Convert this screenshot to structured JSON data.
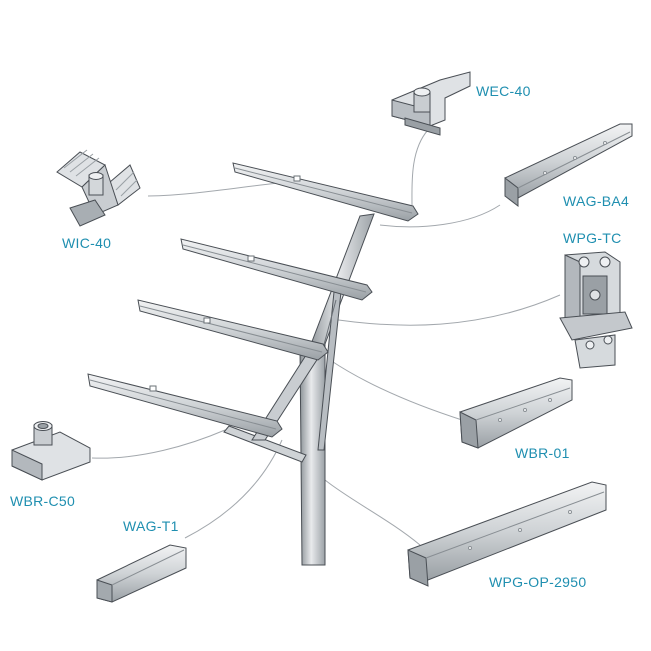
{
  "labels": {
    "wec": "WEC-40",
    "wic": "WIC-40",
    "wag_ba4": "WAG-BA4",
    "wpg_tc": "WPG-TC",
    "wbr_01": "WBR-01",
    "wbr_c50": "WBR-C50",
    "wag_t1": "WAG-T1",
    "wpg_op": "WPG-OP-2950"
  },
  "colors": {
    "label_text": "#1f8fb0",
    "metal_light": "#e6e8ea",
    "metal_mid": "#c2c6ca",
    "metal_dark": "#7f858b",
    "outline": "#4a4f55",
    "leader": "#9a9fa4"
  }
}
